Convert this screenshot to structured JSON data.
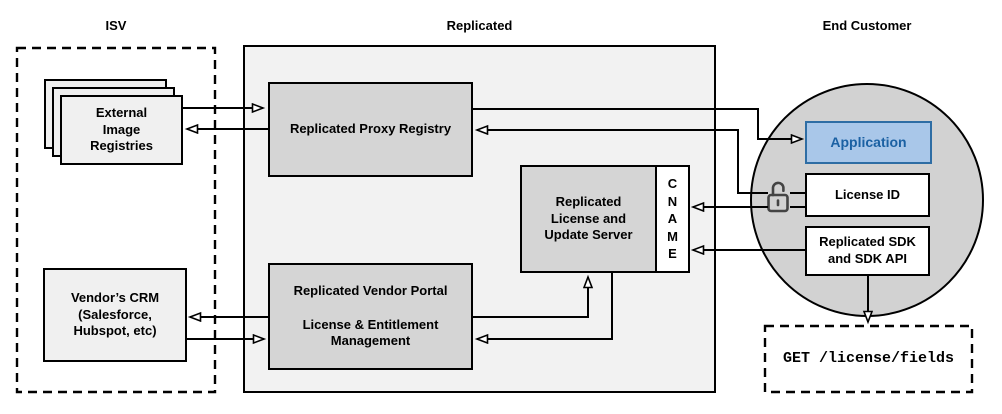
{
  "header": {
    "isv_label": "ISV",
    "replicated_label": "Replicated",
    "end_customer_label": "End Customer"
  },
  "isv": {
    "registries_label": "External\nImage\nRegistries",
    "crm_label": "Vendor’s CRM\n(Salesforce,\nHubspot, etc)"
  },
  "replicated": {
    "proxy_registry_label": "Replicated Proxy Registry",
    "license_server_label": "Replicated\nLicense and\nUpdate Server",
    "cname_label": "C\nN\nA\nM\nE",
    "vendor_portal_label": "Replicated Vendor Portal\n\nLicense & Entitlement\nManagement"
  },
  "end_customer": {
    "application_label": "Application",
    "license_id_label": "License ID",
    "sdk_label": "Replicated SDK\nand SDK API",
    "api_call_label": "GET /license/fields"
  },
  "icons": {
    "lock": "unlocked-padlock-icon"
  },
  "colors": {
    "application_fill": "#a9c7e9",
    "application_border": "#2e6da4",
    "application_text": "#1b61a3",
    "inner_box_fill": "#d5d5d5",
    "outer_box_fill": "#f2f2f2",
    "circle_fill": "#d2d2d2",
    "light_box_fill": "#f0f0f0",
    "line_color": "#000000"
  }
}
